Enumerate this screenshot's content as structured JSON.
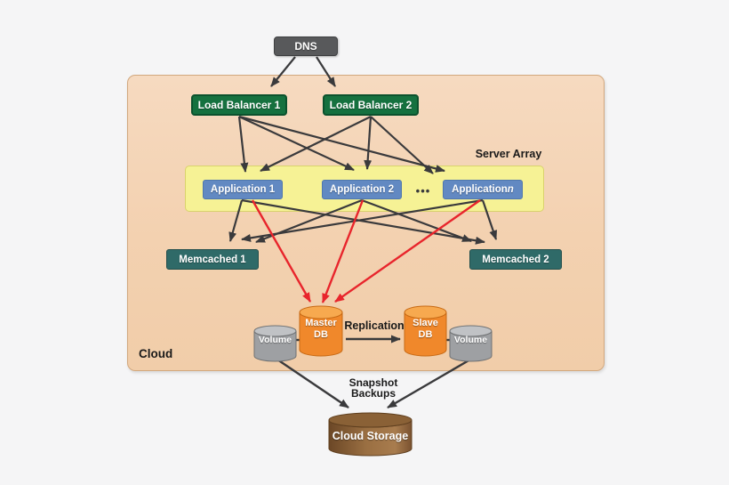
{
  "title": "Cloud architecture diagram",
  "colors": {
    "background": "#F5F5F6",
    "cloud_fill": "#F3D1B0",
    "cloud_border": "#D2A87E",
    "server_array_fill": "#F6F295",
    "dns_fill": "#58595B",
    "load_balancer_fill": "#15713F",
    "application_fill": "#6289C2",
    "memcached_fill": "#2F6A68",
    "db_cylinder_fill": "#F0882B",
    "volume_cylinder_fill": "#9EA0A3",
    "storage_cylinder_fill": "#8A6134",
    "arrow_black": "#3A3A3C",
    "arrow_red": "#E8252C"
  },
  "nodes": {
    "dns": "DNS",
    "load_balancer_1": "Load Balancer 1",
    "load_balancer_2": "Load Balancer 2",
    "server_array": "Server Array",
    "application_1": "Application 1",
    "application_2": "Application 2",
    "application_n_prefix": "Application ",
    "application_n_suffix": "n",
    "ellipsis": "•••",
    "memcached_1": "Memcached 1",
    "memcached_2": "Memcached 2",
    "master_db_line1": "Master",
    "master_db_line2": "DB",
    "slave_db_line1": "Slave",
    "slave_db_line2": "DB",
    "volume_left": "Volume",
    "volume_right": "Volume",
    "cloud": "Cloud",
    "cloud_storage": "Cloud Storage"
  },
  "labels": {
    "replication": "Replication",
    "snapshot_line1": "Snapshot",
    "snapshot_line2": "Backups"
  }
}
